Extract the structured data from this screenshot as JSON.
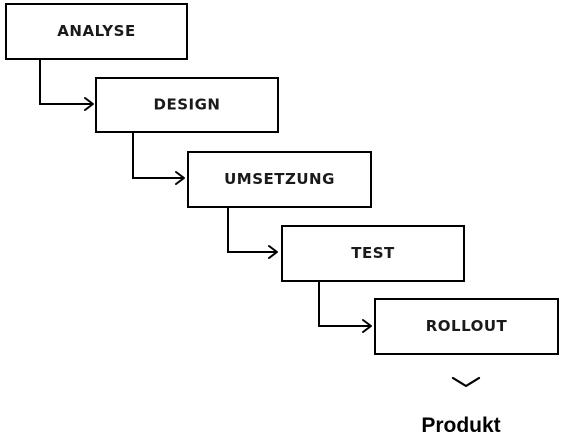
{
  "stages": [
    {
      "label": "ANALYSE"
    },
    {
      "label": "DESIGN"
    },
    {
      "label": "UMSETZUNG"
    },
    {
      "label": "TEST"
    },
    {
      "label": "ROLLOUT"
    }
  ],
  "output": {
    "label": "Produkt",
    "icon": "chevron-down-icon"
  }
}
